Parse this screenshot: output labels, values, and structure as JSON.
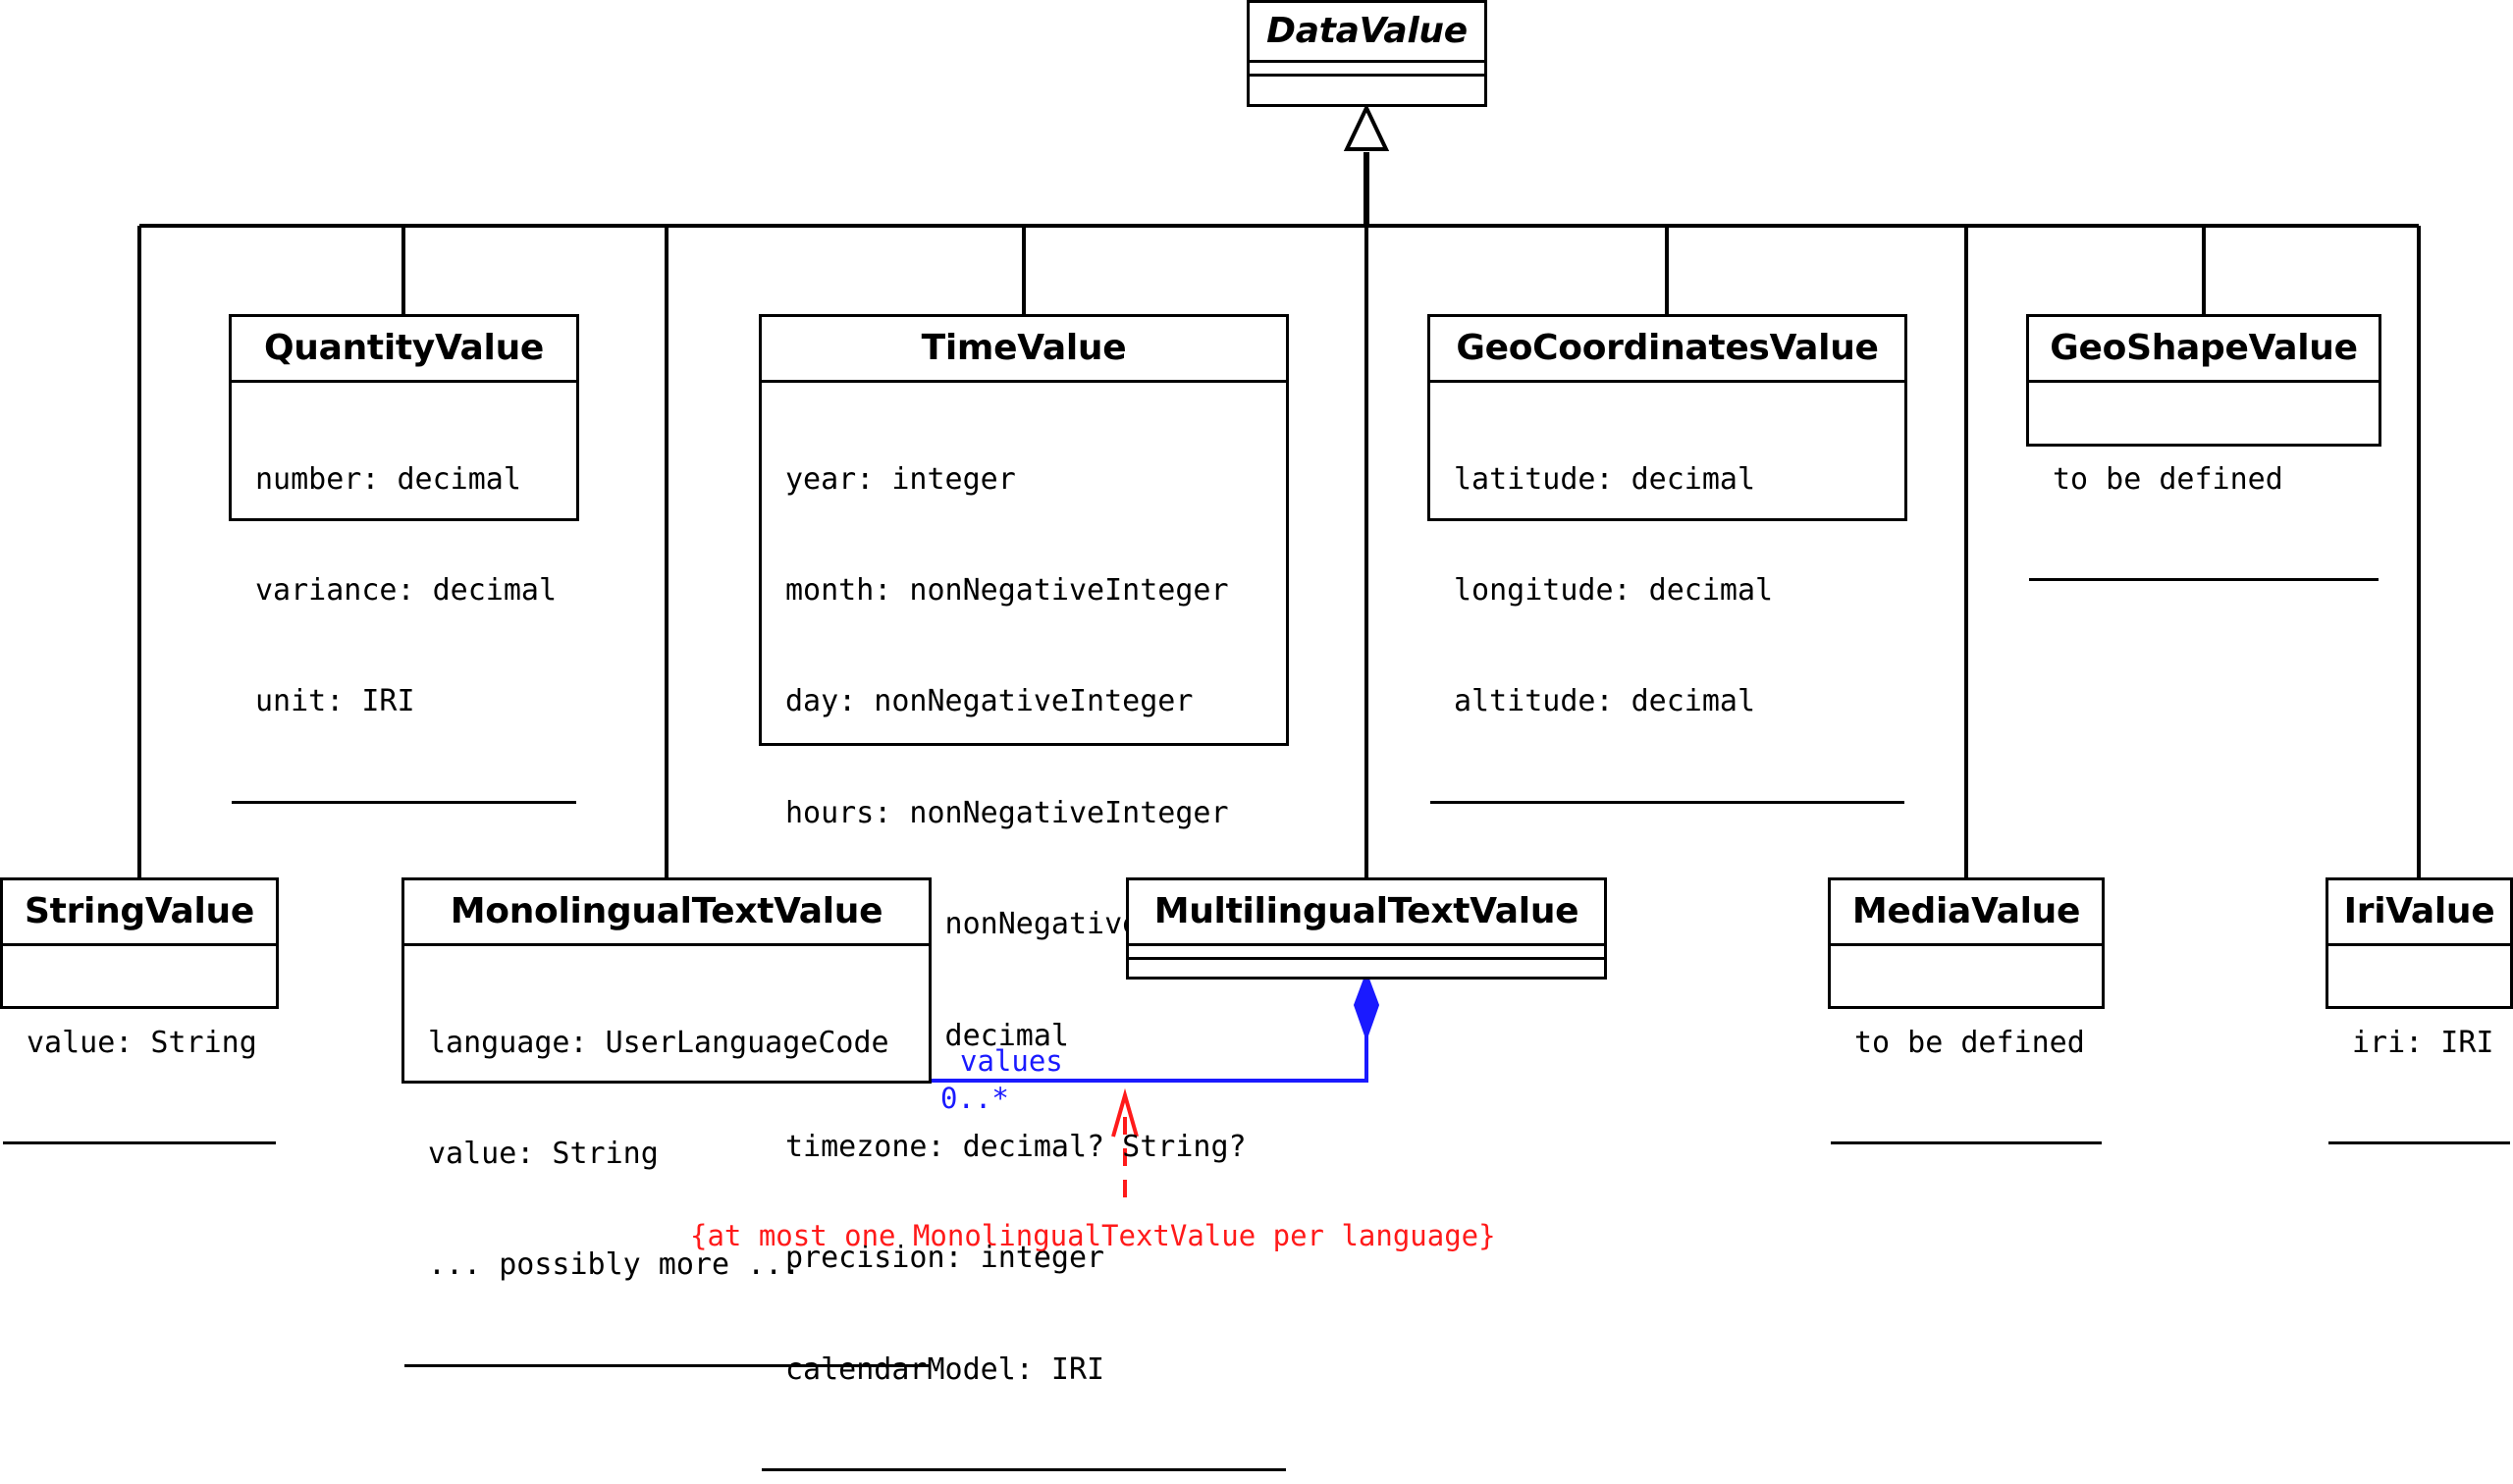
{
  "classes": {
    "data_value": {
      "name": "DataValue",
      "attributes": []
    },
    "quantity_value": {
      "name": "QuantityValue",
      "attributes": [
        "number: decimal",
        "variance: decimal",
        "unit: IRI"
      ]
    },
    "time_value": {
      "name": "TimeValue",
      "attributes": [
        "year: integer",
        "month: nonNegativeInteger",
        "day: nonNegativeInteger",
        "hours: nonNegativeInteger",
        "minutes: nonNegativeInteger",
        "seconds: decimal",
        "timezone: decimal? String?",
        "precision: integer",
        "calendarModel: IRI"
      ]
    },
    "geo_coordinates_value": {
      "name": "GeoCoordinatesValue",
      "attributes": [
        "latitude: decimal",
        "longitude: decimal",
        "altitude: decimal"
      ]
    },
    "geo_shape_value": {
      "name": "GeoShapeValue",
      "attributes": [
        "to be defined"
      ]
    },
    "string_value": {
      "name": "StringValue",
      "attributes": [
        "value: String"
      ]
    },
    "monolingual_text_value": {
      "name": "MonolingualTextValue",
      "attributes": [
        "language: UserLanguageCode",
        "value: String",
        "... possibly more ..."
      ]
    },
    "multilingual_text_value": {
      "name": "MultilingualTextValue",
      "attributes": []
    },
    "media_value": {
      "name": "MediaValue",
      "attributes": [
        "to be defined"
      ]
    },
    "iri_value": {
      "name": "IriValue",
      "attributes": [
        "iri: IRI"
      ]
    }
  },
  "association": {
    "role": "values",
    "multiplicity": "0..*"
  },
  "constraint": "{at most one MonolingualTextValue per language}",
  "colors": {
    "lines": "#000000",
    "association": "#1a1aff",
    "constraint": "#ff1a1a"
  }
}
